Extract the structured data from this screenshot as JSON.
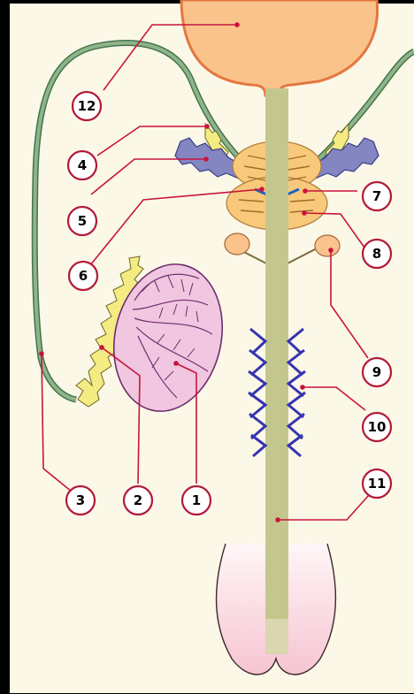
{
  "diagram": {
    "labels": [
      "1",
      "2",
      "3",
      "4",
      "5",
      "6",
      "7",
      "8",
      "9",
      "10",
      "11",
      "12"
    ],
    "colors": {
      "background": "#fcf8e7",
      "bladder": "#fbc38c",
      "bladder_outline": "#e4773f",
      "tube_outline": "#43744b",
      "tube_fill": "#8fb48a",
      "urethra": "#c4c78d",
      "vesicle": "#8486c2",
      "vesicle_outline": "#3a3c8b",
      "yellow_duct": "#f4ec83",
      "prostate": "#f8c97a",
      "testis": "#f1c6e0",
      "testis_outline": "#6e2c6e",
      "penis_tip": "#f7cbd6",
      "glands": "#3535b0",
      "callout": "#c8143c"
    }
  }
}
